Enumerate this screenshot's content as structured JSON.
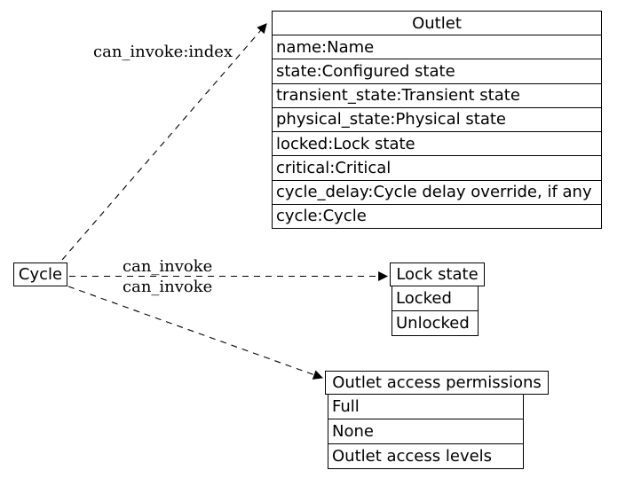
{
  "diagram": {
    "cycle_node": {
      "label": "Cycle"
    },
    "outlet_table": {
      "title": "Outlet",
      "rows": [
        "name:Name",
        "state:Configured state",
        "transient_state:Transient state",
        "physical_state:Physical state",
        "locked:Lock state",
        "critical:Critical",
        "cycle_delay:Cycle delay override, if any",
        "cycle:Cycle"
      ]
    },
    "lock_state_table": {
      "title": "Lock state",
      "rows": [
        "Locked",
        "Unlocked"
      ]
    },
    "permissions_table": {
      "title": "Outlet access permissions",
      "rows": [
        "Full",
        "None",
        "Outlet access levels"
      ]
    },
    "edges": [
      {
        "label": "can_invoke:index"
      },
      {
        "label": "can_invoke"
      },
      {
        "label": "can_invoke"
      }
    ],
    "colors": {
      "line": "#000000",
      "background": "#ffffff",
      "text": "#000000"
    }
  }
}
